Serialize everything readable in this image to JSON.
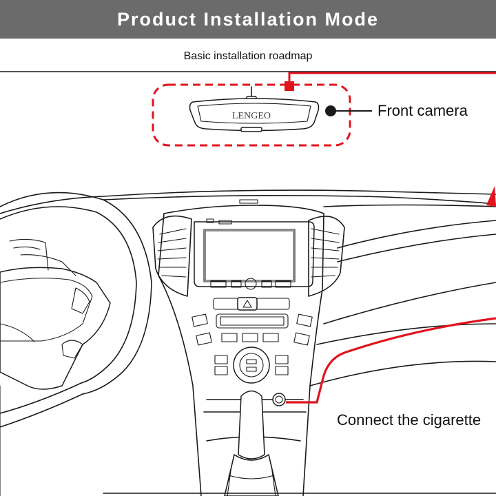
{
  "header": {
    "title": "Product Installation Mode"
  },
  "diagram": {
    "subtitle": "Basic installation roadmap",
    "mirror_brand": "LENGEO",
    "labels": {
      "front_camera": "Front camera",
      "cigarette": "Connect the cigarette"
    },
    "accent_color": "#e0141e",
    "icons": [
      "rearview-mirror-icon",
      "car-dashboard-illustration",
      "steering-wheel-icon",
      "hazard-icon"
    ]
  }
}
